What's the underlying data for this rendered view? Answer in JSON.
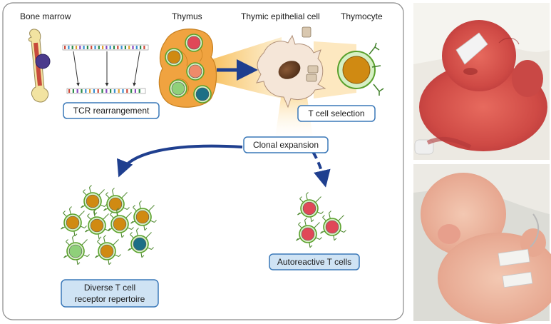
{
  "labels": {
    "bone_marrow": "Bone marrow",
    "thymus": "Thymus",
    "thymic_epithelial_cell": "Thymic epithelial cell",
    "thymocyte": "Thymocyte"
  },
  "boxes": {
    "tcr_rearrangement": "TCR rearrangement",
    "t_cell_selection": "T cell selection",
    "clonal_expansion": "Clonal expansion",
    "diverse_line1": "Diverse T cell",
    "diverse_line2": "receptor repertoire",
    "autoreactive": "Autoreactive T cells"
  },
  "colors": {
    "panel_border": "#8a8a8a",
    "arrow_blue": "#1f3f8f",
    "box_border": "#3a78b8",
    "box_fill_light": "#cfe3f4",
    "cell_orange": "#d08a12",
    "cell_red": "#e04858",
    "cell_green": "#8fd07a",
    "cell_teal": "#1d6f86",
    "cell_ring": "#5aa02c",
    "thymus_orange": "#f0a340",
    "beam_orange": "#f5a623"
  },
  "photos": [
    {
      "name": "infant-photo-top"
    },
    {
      "name": "infant-photo-bottom"
    }
  ]
}
